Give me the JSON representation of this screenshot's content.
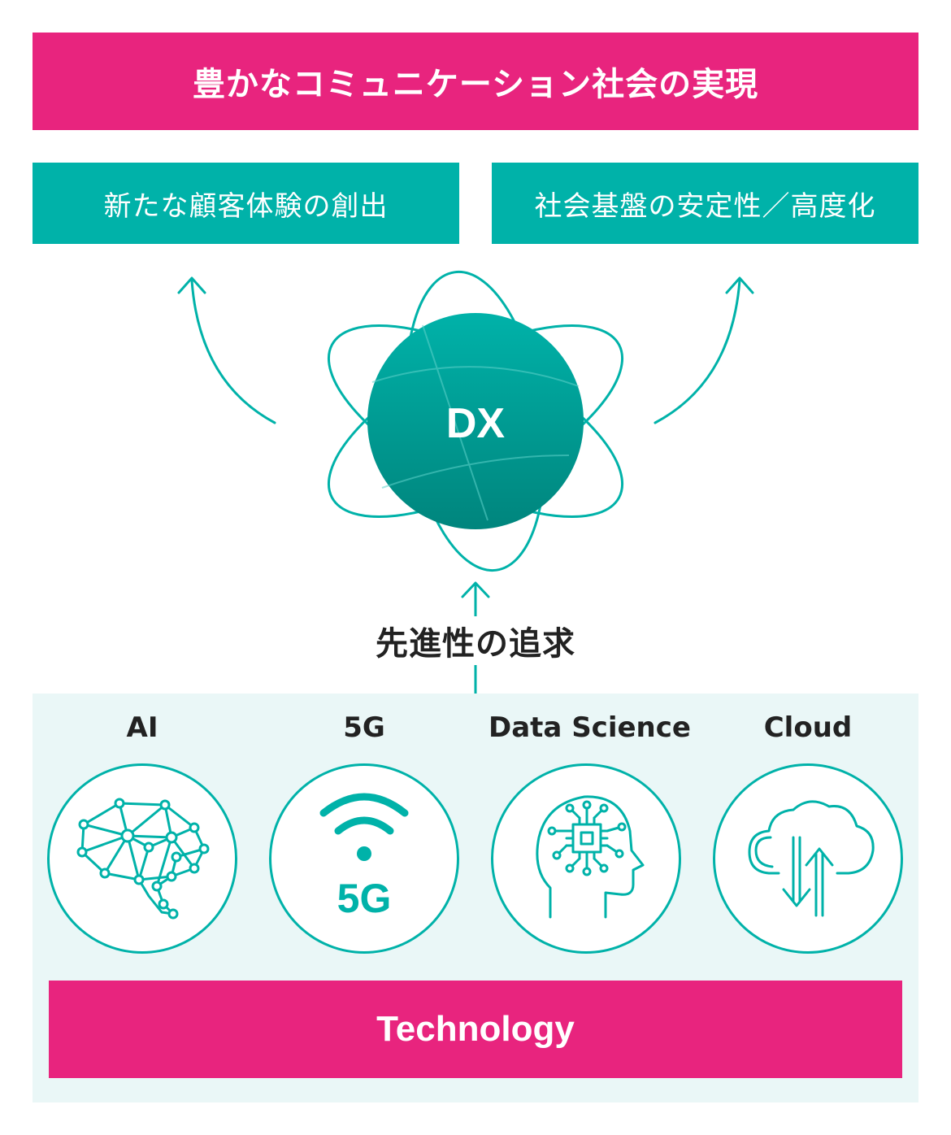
{
  "header": {
    "title": "豊かなコミュニケーション社会の実現"
  },
  "goals": [
    {
      "label": "新たな顧客体験の創出"
    },
    {
      "label": "社会基盤の安定性／高度化"
    }
  ],
  "center": {
    "label": "DX"
  },
  "pursuit": {
    "label": "先進性の追求"
  },
  "technologies": [
    {
      "label": "AI",
      "icon": "brain-network-icon"
    },
    {
      "label": "5G",
      "icon": "wifi-5g-icon",
      "icon_text": "5G"
    },
    {
      "label": "Data Science",
      "icon": "head-chip-icon"
    },
    {
      "label": "Cloud",
      "icon": "cloud-transfer-icon"
    }
  ],
  "footer": {
    "label": "Technology"
  },
  "colors": {
    "magenta": "#E8247E",
    "teal": "#00B2A9",
    "teal_dark": "#00857D",
    "panel_bg": "#EAF7F7"
  }
}
